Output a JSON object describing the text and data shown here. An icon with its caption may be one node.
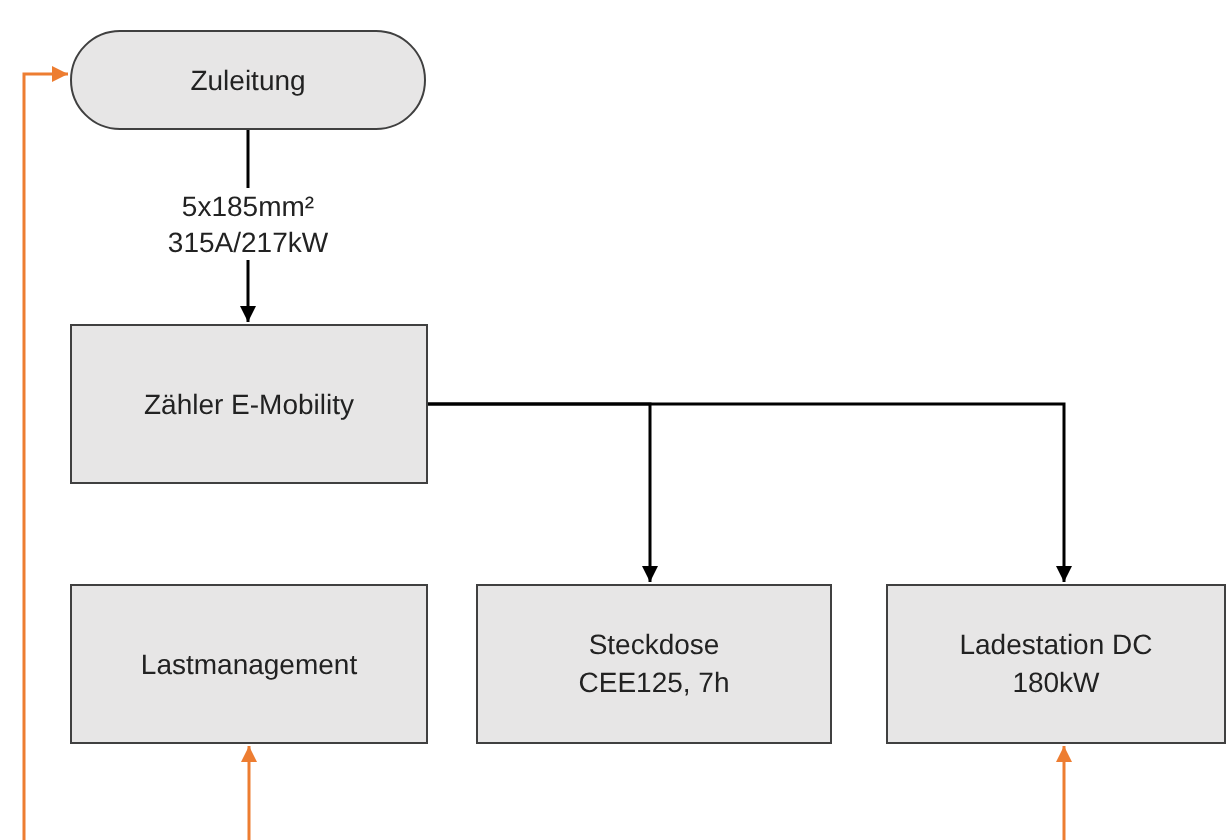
{
  "diagram": {
    "nodes": [
      {
        "text": [
          "Zuleitung"
        ]
      },
      {
        "text": [
          "Zähler E-Mobility"
        ]
      },
      {
        "text": [
          "Lastmanagement"
        ]
      },
      {
        "text": [
          "Steckdose CEE125, 7h"
        ]
      },
      {
        "text": [
          "Ladestation DC 180kW"
        ]
      }
    ],
    "edges": [
      {
        "from": 0,
        "to": 1,
        "arrow": "to",
        "label": "5x185mm² 315A/217kW"
      },
      {
        "from": 1,
        "to": 3,
        "arrow": "to"
      },
      {
        "from": 1,
        "to": 4,
        "arrow": "to"
      },
      {
        "from": null,
        "to": 0,
        "arrow": "to",
        "color": "#ed7d31"
      },
      {
        "from": null,
        "to": 2,
        "arrow": "to",
        "color": "#ed7d31"
      },
      {
        "from": null,
        "to": 4,
        "arrow": "to",
        "color": "#ed7d31"
      }
    ]
  }
}
